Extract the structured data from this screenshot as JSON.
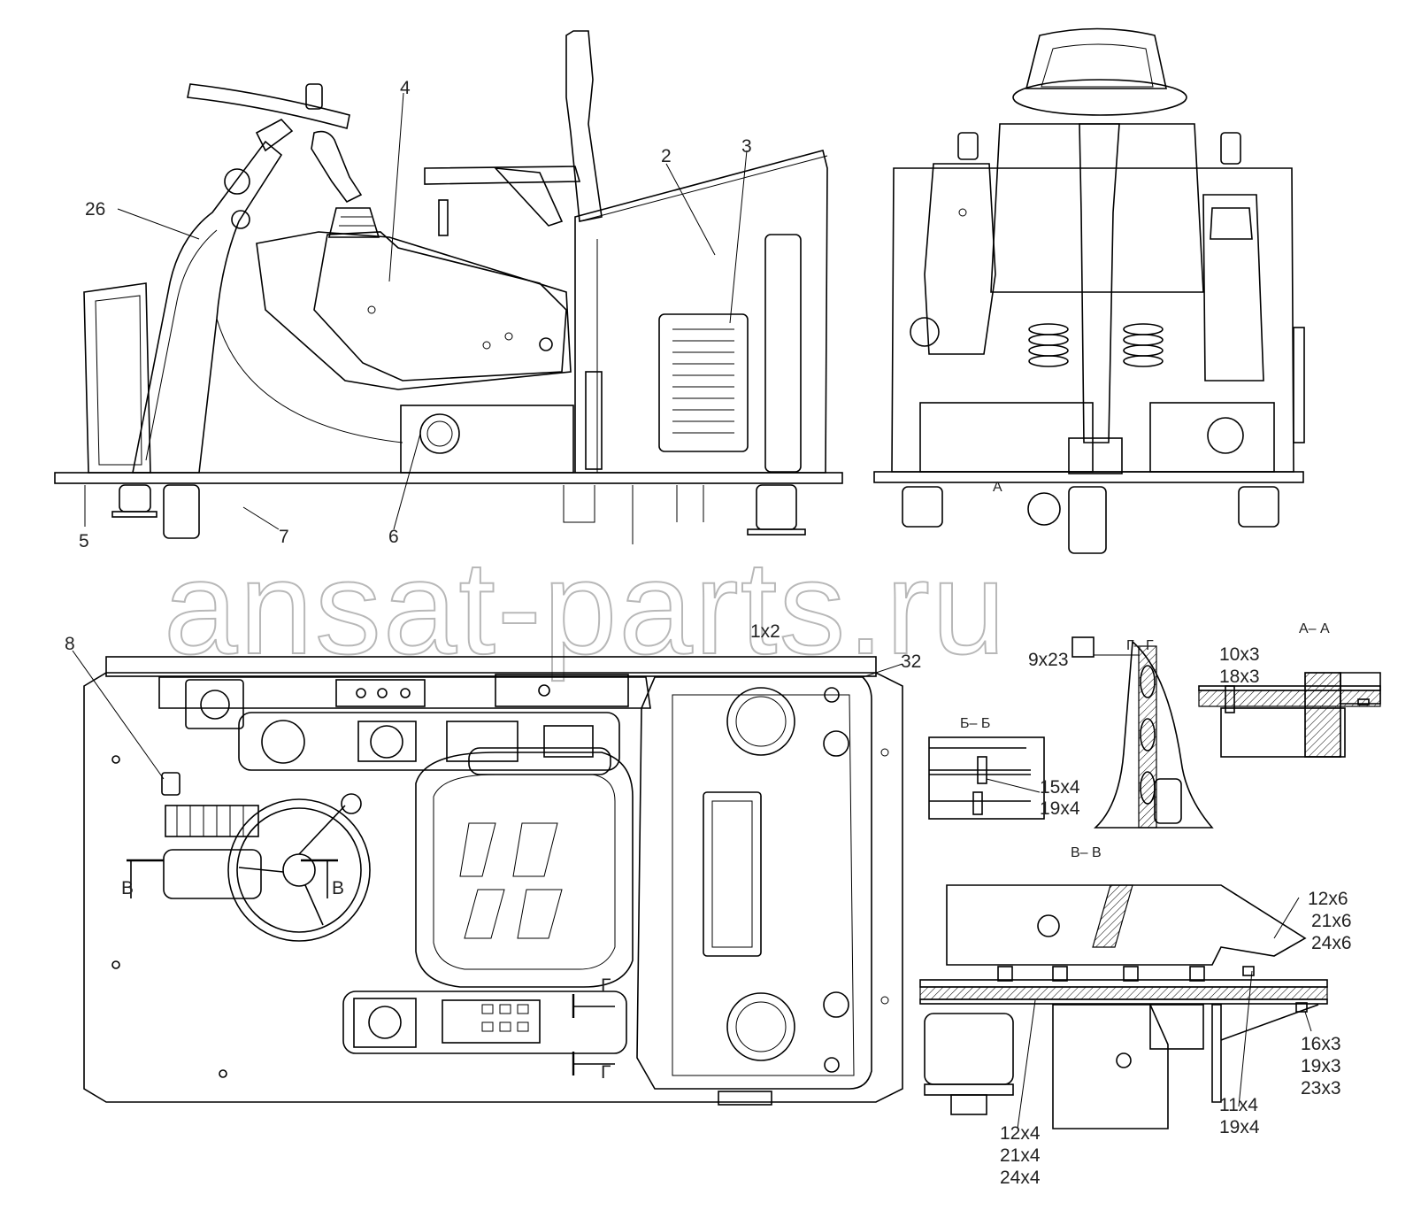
{
  "watermark": "ansat-parts.ru",
  "callouts": {
    "c26": "26",
    "c4": "4",
    "c2": "2",
    "c3": "3",
    "c5": "5",
    "c7": "7",
    "c6": "6",
    "c8": "8",
    "c1x2": "1x2",
    "c32": "32",
    "c9x23": "9x23"
  },
  "section_labels": {
    "gg": "Г– Г",
    "aa": "А– А",
    "bb": "Б– Б",
    "vv": "В– В",
    "v_left": "В",
    "v_right": "В",
    "g_top": "Г",
    "g_bottom": "Г",
    "a_mark": "А"
  },
  "annotations": {
    "aa_1": "10x3",
    "aa_2": "18x3",
    "bb_1": "15x4",
    "bb_2": "19x4",
    "vv_r1": "12x6",
    "vv_r2": "21x6",
    "vv_r3": "24x6",
    "vv_b1": "16x3",
    "vv_b2": "19x3",
    "vv_b3": "23x3",
    "vv_c1": "11x4",
    "vv_c2": "19x4",
    "vv_l1": "12x4",
    "vv_l2": "21x4",
    "vv_l3": "24x4"
  }
}
